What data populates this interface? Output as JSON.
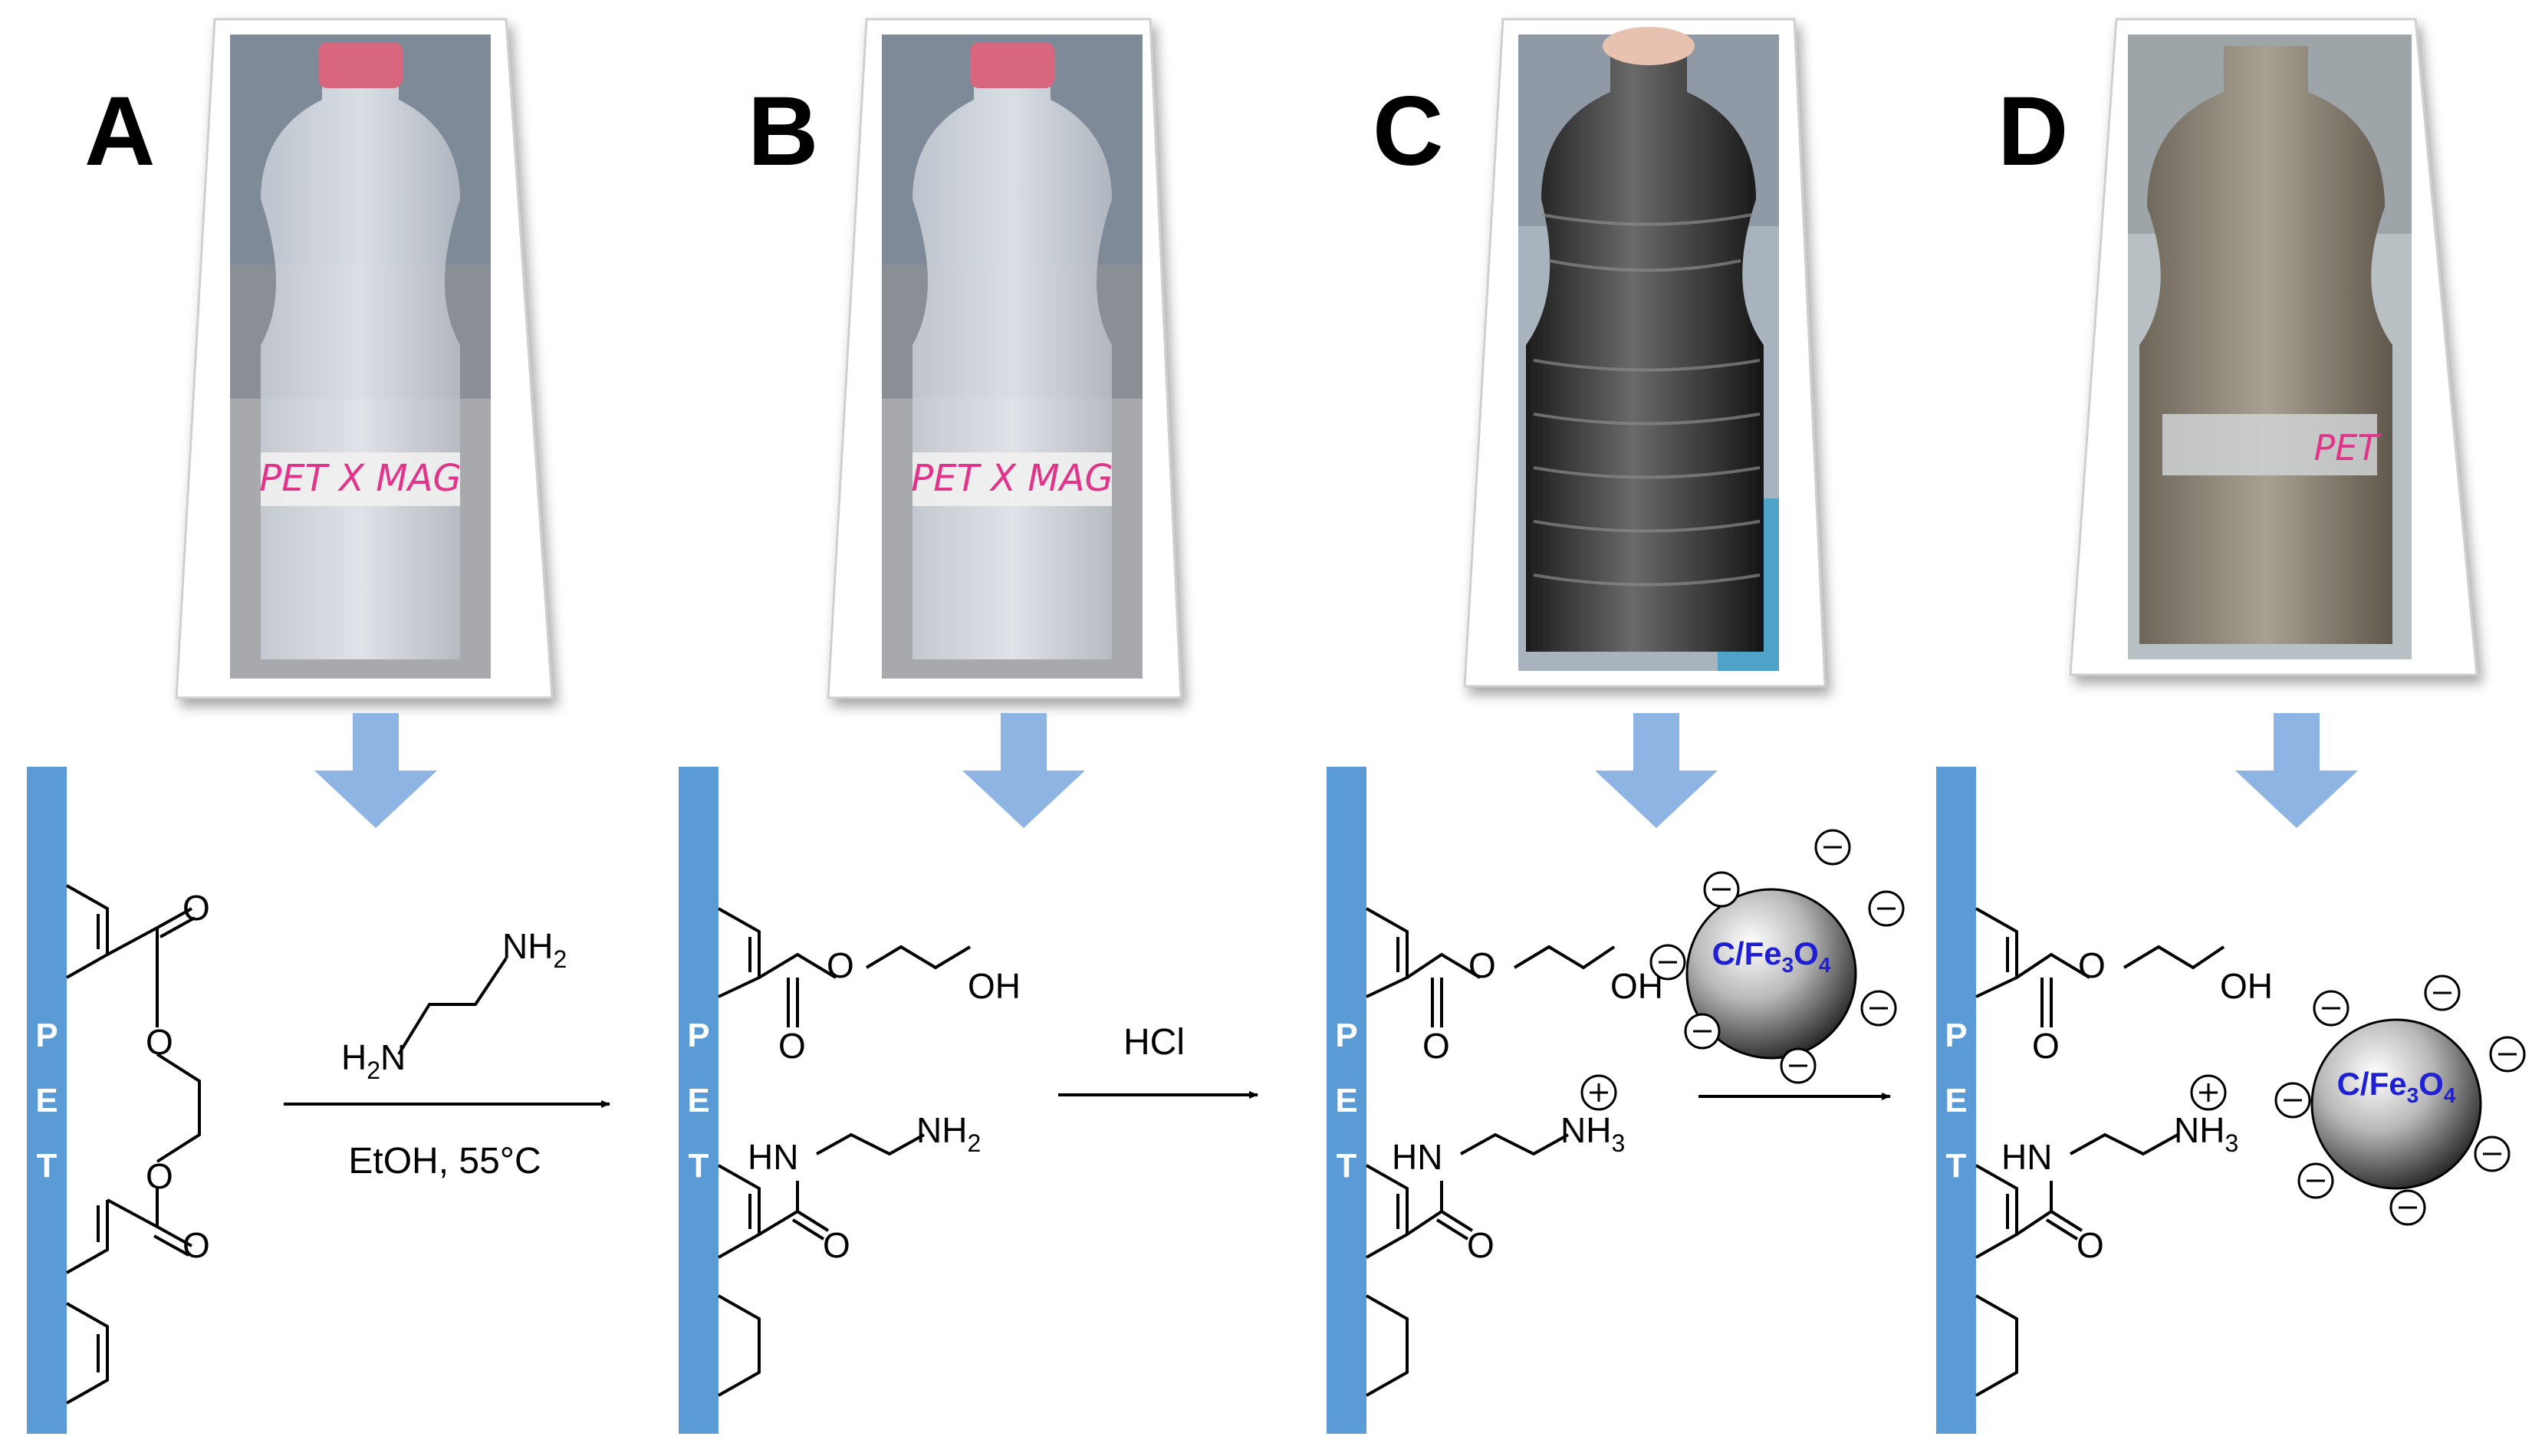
{
  "panels": [
    {
      "letter": "A",
      "photo": "clear-pet-bottle",
      "bottle_label": "PET X MAG"
    },
    {
      "letter": "B",
      "photo": "clear-pet-bottle",
      "bottle_label": "PET X MAG"
    },
    {
      "letter": "C",
      "photo": "black-coated-pet-bottle",
      "bottle_label": ""
    },
    {
      "letter": "D",
      "photo": "washed-coated-pet-bottle",
      "bottle_label": "PET"
    }
  ],
  "surface": {
    "letters": [
      "P",
      "E",
      "T"
    ]
  },
  "chem": {
    "O": "O",
    "OH": "OH",
    "HN": "HN",
    "H2N": "H",
    "H2N_sub": "2",
    "H2N_tail": "N",
    "NH": "NH",
    "sub2": "2",
    "sub3": "3",
    "plus": "+",
    "minus": "−"
  },
  "reagents": {
    "step1_conditions": "EtOH, 55°C",
    "step2_reagent": "HCl"
  },
  "particle": {
    "label_prefix": "C/Fe",
    "sub1": "3",
    "mid": "O",
    "sub2": "4",
    "label_color": "#1f1fd6"
  },
  "colors": {
    "pet_bar": "#5b9bd5",
    "down_arrow": "#8db4e2",
    "panel_letter": "#000000"
  }
}
